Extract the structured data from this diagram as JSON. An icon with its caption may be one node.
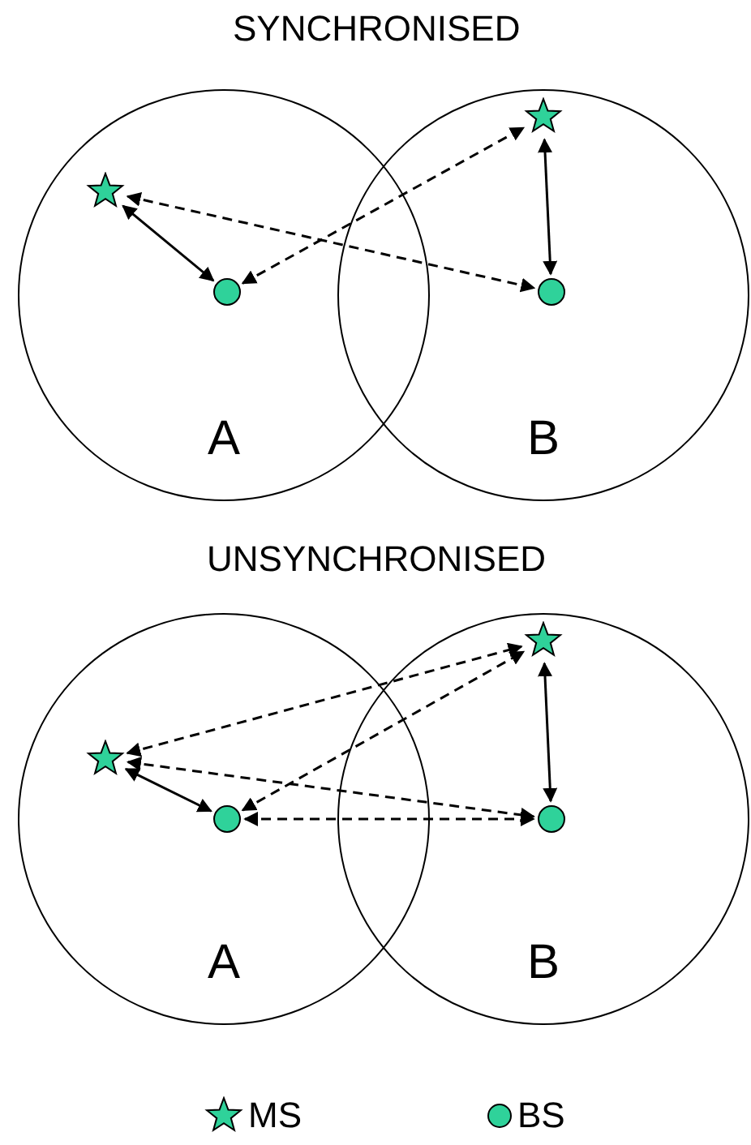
{
  "diagram": {
    "nodes": [
      {
        "text": [
          "A"
        ]
      },
      {
        "text": [],
        "shape": "star",
        "in": 0
      },
      {
        "text": [],
        "shape": "circle",
        "in": 0
      },
      {
        "text": [
          "B"
        ]
      },
      {
        "text": [],
        "shape": "star",
        "in": 3
      },
      {
        "text": [],
        "shape": "circle",
        "in": 3
      },
      {
        "text": [
          "A"
        ]
      },
      {
        "text": [],
        "shape": "star",
        "in": 6
      },
      {
        "text": [],
        "shape": "circle",
        "in": 6
      },
      {
        "text": [
          "B"
        ]
      },
      {
        "text": [],
        "shape": "star",
        "in": 9
      },
      {
        "text": [],
        "shape": "circle",
        "in": 9
      }
    ],
    "edges": [
      {
        "from": 1,
        "to": 2,
        "arrow": "both"
      },
      {
        "from": 1,
        "to": 5,
        "arrow": "both",
        "style": "dashed"
      },
      {
        "from": 2,
        "to": 4,
        "arrow": "both",
        "style": "dashed"
      },
      {
        "from": 4,
        "to": 5,
        "arrow": "both"
      },
      {
        "from": 7,
        "to": 8,
        "arrow": "both"
      },
      {
        "from": 7,
        "to": 10,
        "arrow": "both",
        "style": "dashed"
      },
      {
        "from": 7,
        "to": 11,
        "arrow": "both",
        "style": "dashed"
      },
      {
        "from": 8,
        "to": 10,
        "arrow": "both",
        "style": "dashed"
      },
      {
        "from": 8,
        "to": 11,
        "arrow": "both",
        "style": "dashed"
      },
      {
        "from": 10,
        "to": 11,
        "arrow": "both"
      }
    ],
    "labels": [
      "SYNCHRONISED",
      "UNSYNCHRONISED"
    ],
    "legend": [
      {
        "text": "MS"
      },
      {
        "text": "BS"
      }
    ]
  }
}
